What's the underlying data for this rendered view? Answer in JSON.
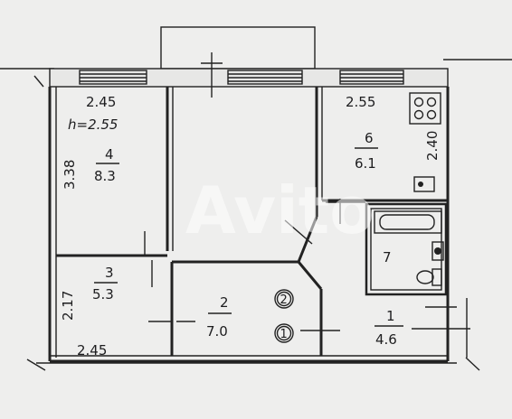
{
  "rooms": [
    {
      "number": "4",
      "area": "8.3",
      "width": "2.45",
      "height_note": "h=2.55",
      "length": "3.38"
    },
    {
      "number": "3",
      "area": "5.3",
      "width": "2.45",
      "length": "2.17"
    },
    {
      "number": "2",
      "area": "7.0"
    },
    {
      "number": "6",
      "area": "6.1",
      "width": "2.55",
      "length": "2.40"
    },
    {
      "number": "7"
    },
    {
      "number": "1",
      "area": "4.6"
    }
  ],
  "circled_marks": [
    "2",
    "1"
  ],
  "watermark": "Avito"
}
